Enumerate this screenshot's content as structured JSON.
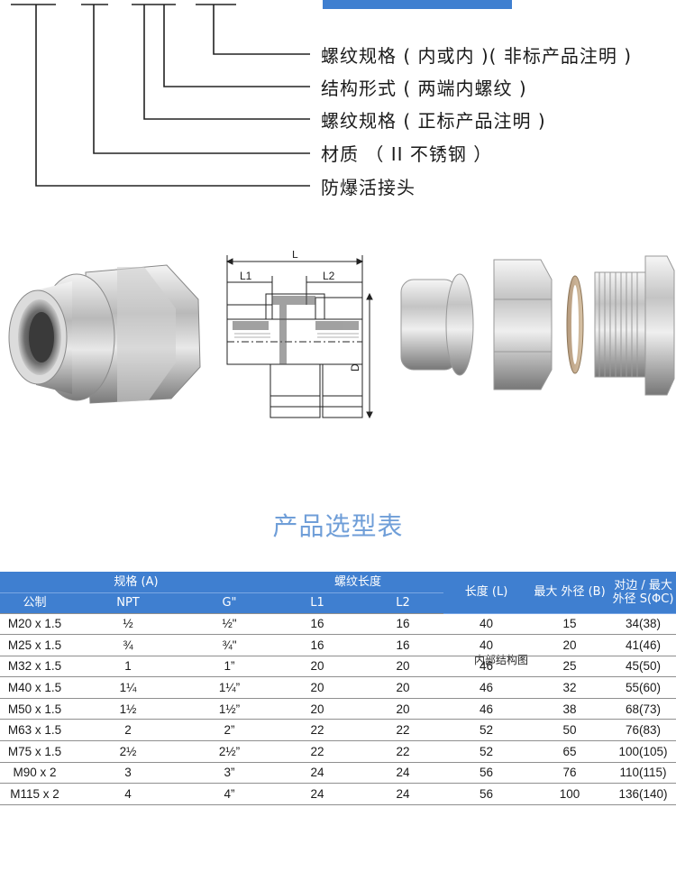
{
  "legend": {
    "items": [
      "螺纹规格 ( 内或内 )( 非标产品注明 )",
      "结构形式 ( 两端内螺纹 )",
      "螺纹规格 ( 正标产品注明 )",
      "材质 （ II 不锈钢 ）",
      "防爆活接头"
    ]
  },
  "drawing": {
    "label_L": "L",
    "label_L1": "L1",
    "label_L2": "L2",
    "label_D": "D"
  },
  "caption": "内部结构图",
  "section_title": "产品选型表",
  "table": {
    "group_spec": "规格 (A)",
    "group_thread": "螺纹长度",
    "col_metric": "公制",
    "col_npt": "NPT",
    "col_g": "G\"",
    "col_l1": "L1",
    "col_l2": "L2",
    "col_length": "长度 (L)",
    "col_max_od": "最大 外径 (B)",
    "col_across": "对边 / 最大 外径 S(ΦC)",
    "rows": [
      [
        "M20 x 1.5",
        "½",
        "½\"",
        "16",
        "16",
        "40",
        "15",
        "34(38)"
      ],
      [
        "M25 x 1.5",
        "¾",
        "¾\"",
        "16",
        "16",
        "40",
        "20",
        "41(46)"
      ],
      [
        "M32 x 1.5",
        "1",
        "1”",
        "20",
        "20",
        "46",
        "25",
        "45(50)"
      ],
      [
        "M40 x 1.5",
        "1¼",
        "1¼”",
        "20",
        "20",
        "46",
        "32",
        "55(60)"
      ],
      [
        "M50 x 1.5",
        "1½",
        "1½”",
        "20",
        "20",
        "46",
        "38",
        "68(73)"
      ],
      [
        "M63 x 1.5",
        "2",
        "2”",
        "22",
        "22",
        "52",
        "50",
        "76(83)"
      ],
      [
        "M75 x 1.5",
        "2½",
        "2½”",
        "22",
        "22",
        "52",
        "65",
        "100(105)"
      ],
      [
        "M90 x 2",
        "3",
        "3”",
        "24",
        "24",
        "56",
        "76",
        "110(115)"
      ],
      [
        "M115 x 2",
        "4",
        "4”",
        "24",
        "24",
        "56",
        "100",
        "136(140)"
      ]
    ]
  },
  "colors": {
    "header_blue": "#3f7fd0",
    "title_blue": "#6f9ed8"
  }
}
